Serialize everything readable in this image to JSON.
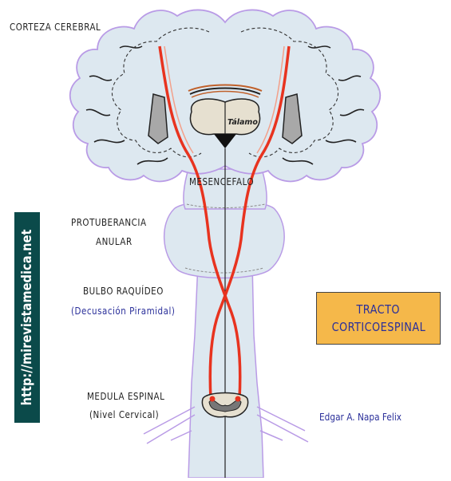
{
  "labels": {
    "cortex": "CORTEZA CEREBRAL",
    "thalamus": "Tálamo",
    "midbrain": "MESENCEFALO",
    "pons_line1": "PROTUBERANCIA",
    "pons_line2": "ANULAR",
    "medulla": "BULBO RAQUÍDEO",
    "medulla_sub": "(Decusación Piramidal)",
    "spinal": "MEDULA ESPINAL",
    "spinal_sub": "(Nivel Cervical)"
  },
  "title": {
    "line1": "TRACTO",
    "line2": "CORTICOESPINAL"
  },
  "side_url": "http://mirevistamedica.net",
  "author": "Edgar A. Napa Felix",
  "colors": {
    "brain_fill": "#dde8f0",
    "brain_outline": "#b99be6",
    "tract": "#e8331f",
    "title_bg": "#f5b84a",
    "url_bg": "#0b4a4a",
    "sub_text": "#2a2f9a"
  }
}
